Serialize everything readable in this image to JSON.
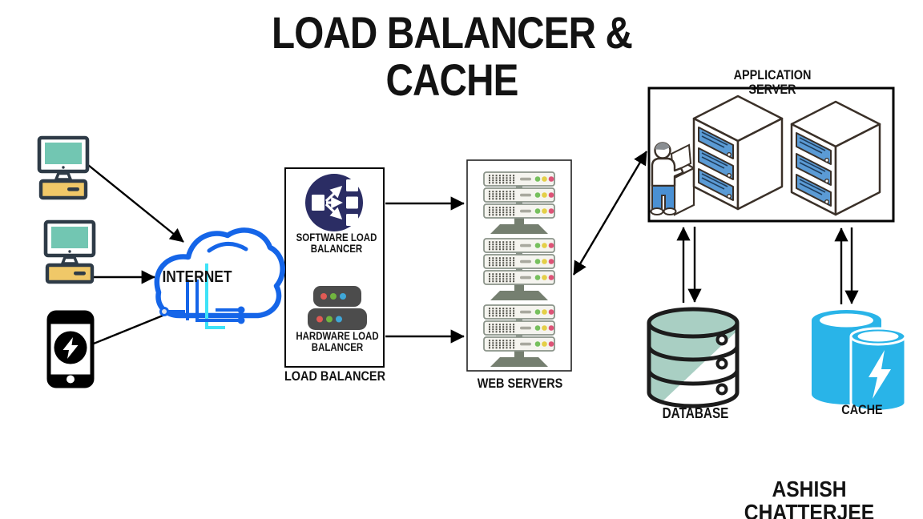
{
  "title": "LOAD BALANCER & CACHE",
  "author": "ASHISH CHATTERJEE",
  "nodes": {
    "clients": {
      "desktop_count": 2,
      "smartphone_count": 1
    },
    "internet": {
      "label": "INTERNET"
    },
    "load_balancer": {
      "label": "LOAD BALANCER",
      "software_label": "SOFTWARE LOAD\nBALANCER",
      "hardware_label": "HARDWARE LOAD\nBALANCER"
    },
    "web_servers": {
      "label": "WEB SERVERS",
      "stack_count": 3,
      "units_per_stack": 3
    },
    "application_server": {
      "label": "APPLICATION SERVER",
      "cabinet_count": 2
    },
    "database": {
      "label": "DATABASE"
    },
    "cache": {
      "label": "CACHE"
    }
  },
  "edges": [
    {
      "from": "desktop-client-1",
      "to": "internet",
      "bidirectional": false
    },
    {
      "from": "desktop-client-2",
      "to": "internet",
      "bidirectional": false
    },
    {
      "from": "smartphone-client",
      "to": "internet",
      "bidirectional": false
    },
    {
      "from": "internet",
      "to": "load-balancer",
      "bidirectional": false
    },
    {
      "from": "load-balancer",
      "to": "web-servers-top",
      "bidirectional": false
    },
    {
      "from": "load-balancer",
      "to": "web-servers-bottom",
      "bidirectional": false
    },
    {
      "from": "web-servers",
      "to": "application-server",
      "bidirectional": true
    },
    {
      "from": "application-server",
      "to": "database",
      "bidirectional": true
    },
    {
      "from": "application-server",
      "to": "cache",
      "bidirectional": true
    }
  ],
  "colors": {
    "cloud_blue": "#1565e8",
    "circuit_cyan": "#3ee3f7",
    "icon_navy": "#2b2d64",
    "screen_teal": "#72c6b2",
    "base_yellow": "#f0c868",
    "database_teal": "#a9cfc3",
    "cache_cyan": "#29b4e8",
    "cabinet_slat_blue": "#5b9bd5",
    "led_green": "#77c05e",
    "led_yellow": "#e4cf47",
    "led_red": "#de5377",
    "hardware_gray": "#4c4c4c",
    "text_black": "#131313"
  }
}
